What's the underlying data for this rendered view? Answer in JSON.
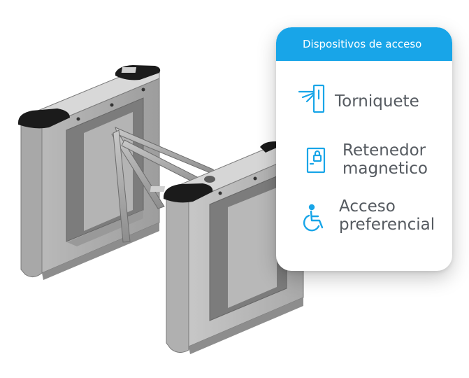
{
  "card": {
    "title": "Dispositivos de acceso",
    "header_color": "#18a5e8",
    "items": [
      {
        "label_line1": "Torniquete",
        "label_line2": "",
        "icon": "turnstile-icon"
      },
      {
        "label_line1": "Retenedor",
        "label_line2": "magnetico",
        "icon": "magnetic-lock-door-icon"
      },
      {
        "label_line1": "Acceso",
        "label_line2": "preferencial",
        "icon": "wheelchair-icon"
      }
    ]
  },
  "illustration": {
    "subject": "turnstile-illustration"
  },
  "colors": {
    "accent": "#18a5e8",
    "text": "#555a60",
    "icon": "#18a5e8"
  }
}
